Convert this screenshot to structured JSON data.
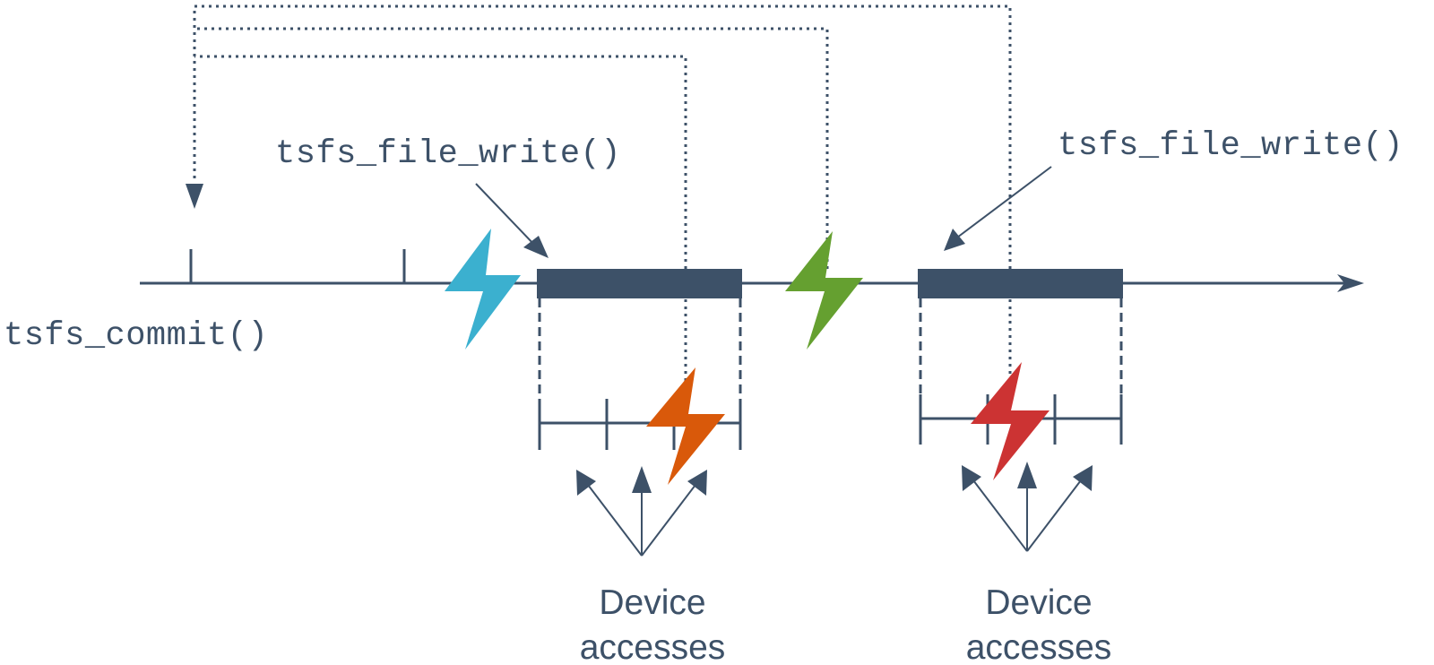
{
  "labels": {
    "commit": "tsfs_commit()",
    "file_write_1": "tsfs_file_write()",
    "file_write_2": "tsfs_file_write()",
    "device_1_line1": "Device",
    "device_1_line2": "accesses",
    "device_2_line1": "Device",
    "device_2_line2": "accesses"
  },
  "colors": {
    "ink": "#3d5168",
    "bolt_blue": "#3bb0cf",
    "bolt_green": "#65a030",
    "bolt_orange": "#d9590a",
    "bolt_red": "#cc3333"
  },
  "icons": [
    "lightning-bolt-blue",
    "lightning-bolt-green",
    "lightning-bolt-orange",
    "lightning-bolt-red"
  ]
}
